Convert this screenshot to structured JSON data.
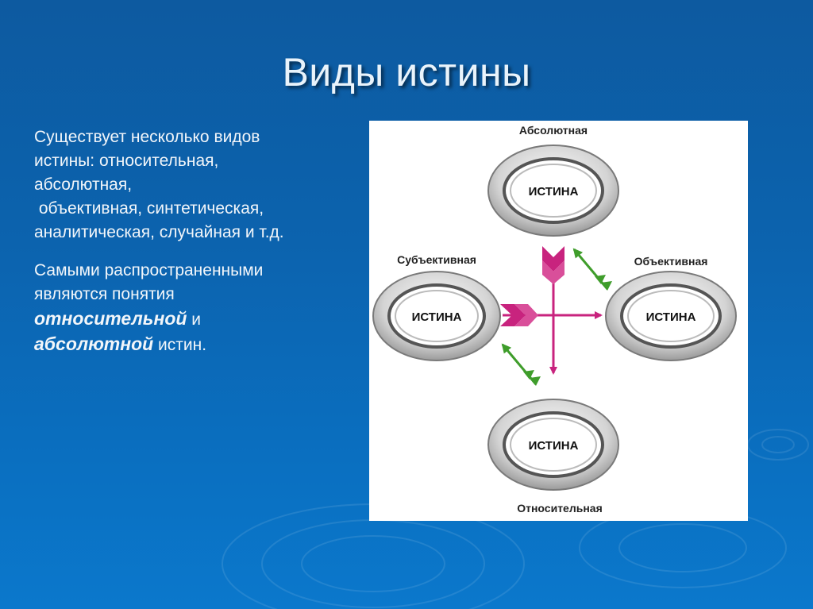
{
  "slide": {
    "title": "Виды истины",
    "paragraph1": {
      "line1": "Существует несколько видов",
      "line2": "истины: относительная,",
      "line3": "абсолютная,",
      "line4": " объективная, синтетическая,",
      "line5": "аналитическая, случайная и т.д."
    },
    "paragraph2": {
      "line1": "Самыми распространенными",
      "line2": "являются понятия",
      "bold1": "относительной",
      "and": " и",
      "bold2": "абсолютной",
      "tail": " истин."
    }
  },
  "diagram": {
    "nodes": {
      "top": {
        "label": "Абсолютная",
        "text": "ИСТИНА"
      },
      "left": {
        "label": "Субъективная",
        "text": "ИСТИНА"
      },
      "right": {
        "label": "Объективная",
        "text": "ИСТИНА"
      },
      "bottom": {
        "label": "Относительная",
        "text": "ИСТИНА"
      }
    },
    "colors": {
      "magenta_arrow": "#c8237e",
      "green_arrow": "#3f9d2b"
    }
  }
}
